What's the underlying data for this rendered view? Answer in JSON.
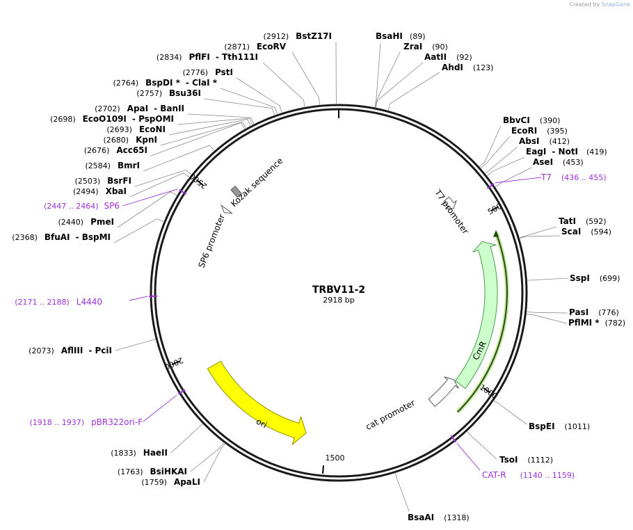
{
  "credit": {
    "prefix": "Created by",
    "brand": "SnapGene"
  },
  "plasmid": {
    "name": "TRBV11-2",
    "size_label": "2918 bp",
    "length": 2918
  },
  "ticks": [
    {
      "pos": 500,
      "label": "500"
    },
    {
      "pos": 1000,
      "label": "1000"
    },
    {
      "pos": 1500,
      "label": "1500"
    },
    {
      "pos": 2000,
      "label": "2000"
    },
    {
      "pos": 2500,
      "label": "2500"
    }
  ],
  "features": [
    {
      "name": "ori",
      "start": 1945,
      "end": 1565,
      "color": "#ffff00",
      "stroke": "#8f8f00"
    },
    {
      "name": "CmR",
      "start": 1030,
      "end": 570,
      "color": "#ccffcc",
      "stroke": "#4a9a4a"
    },
    {
      "name": "cat promoter",
      "start": 1133,
      "end": 1030,
      "color": "#ffffff",
      "stroke": "#555555"
    },
    {
      "name": "T7 promoter",
      "start": 437,
      "end": 455,
      "color": "#ffffff",
      "stroke": "#555555"
    },
    {
      "name": "SP6 promoter",
      "start": 2466,
      "end": 2447,
      "color": "#ffffff",
      "stroke": "#555555"
    },
    {
      "name": "Kozak sequence",
      "start": 2560,
      "end": 2570,
      "color": "#999999",
      "stroke": "#555555"
    }
  ],
  "enzymes_right": [
    {
      "pos": "(89)",
      "names": [
        "BsaHI"
      ]
    },
    {
      "pos": "(90)",
      "names": [
        "ZraI"
      ]
    },
    {
      "pos": "(92)",
      "names": [
        "AatII"
      ]
    },
    {
      "pos": "(123)",
      "names": [
        "AhdI"
      ]
    },
    {
      "pos": "(390)",
      "names": [
        "BbvCI"
      ]
    },
    {
      "pos": "(395)",
      "names": [
        "EcoRI"
      ]
    },
    {
      "pos": "(412)",
      "names": [
        "AbsI"
      ]
    },
    {
      "pos": "(419)",
      "names": [
        "EagI",
        "NotI"
      ]
    },
    {
      "pos": "(453)",
      "names": [
        "AseI"
      ]
    },
    {
      "pos": "(592)",
      "names": [
        "TatI"
      ]
    },
    {
      "pos": "(594)",
      "names": [
        "ScaI"
      ]
    },
    {
      "pos": "(699)",
      "names": [
        "SspI"
      ]
    },
    {
      "pos": "(776)",
      "names": [
        "PasI"
      ]
    },
    {
      "pos": "(782)",
      "names": [
        "PflMI *"
      ]
    },
    {
      "pos": "(1011)",
      "names": [
        "BspEI"
      ]
    },
    {
      "pos": "(1112)",
      "names": [
        "TsoI"
      ]
    },
    {
      "pos": "(1318)",
      "names": [
        "BsaAI"
      ]
    }
  ],
  "enzymes_left": [
    {
      "pos": "(2912)",
      "names": [
        "BstZ17I"
      ]
    },
    {
      "pos": "(2871)",
      "names": [
        "EcoRV"
      ]
    },
    {
      "pos": "(2834)",
      "names": [
        "PflFI",
        "Tth111I"
      ]
    },
    {
      "pos": "(2776)",
      "names": [
        "PstI"
      ]
    },
    {
      "pos": "(2764)",
      "names": [
        "BspDI *",
        "ClaI *"
      ]
    },
    {
      "pos": "(2757)",
      "names": [
        "Bsu36I"
      ]
    },
    {
      "pos": "(2702)",
      "names": [
        "ApaI",
        "BanII"
      ]
    },
    {
      "pos": "(2698)",
      "names": [
        "EcoO109I",
        "PspOMI"
      ]
    },
    {
      "pos": "(2693)",
      "names": [
        "EcoNI"
      ]
    },
    {
      "pos": "(2680)",
      "names": [
        "KpnI"
      ]
    },
    {
      "pos": "(2676)",
      "names": [
        "Acc65I"
      ]
    },
    {
      "pos": "(2584)",
      "names": [
        "BmrI"
      ]
    },
    {
      "pos": "(2503)",
      "names": [
        "BsrFI"
      ]
    },
    {
      "pos": "(2494)",
      "names": [
        "XbaI"
      ]
    },
    {
      "pos": "(2440)",
      "names": [
        "PmeI"
      ]
    },
    {
      "pos": "(2368)",
      "names": [
        "BfuAI",
        "BspMI"
      ]
    },
    {
      "pos": "(2073)",
      "names": [
        "AflIII",
        "PciI"
      ]
    },
    {
      "pos": "(1833)",
      "names": [
        "HaeII"
      ]
    },
    {
      "pos": "(1763)",
      "names": [
        "BsiHKAI"
      ]
    },
    {
      "pos": "(1759)",
      "names": [
        "ApaLI"
      ]
    }
  ],
  "primers": [
    {
      "name": "T7",
      "range": "(436 .. 455)"
    },
    {
      "name": "CAT-R",
      "range": "(1140 .. 1159)"
    },
    {
      "name": "pBR322ori-F",
      "range": "(1918 .. 1937)"
    },
    {
      "name": "L4440",
      "range": "(2171 .. 2188)"
    },
    {
      "name": "SP6",
      "range": "(2447 .. 2464)"
    }
  ]
}
